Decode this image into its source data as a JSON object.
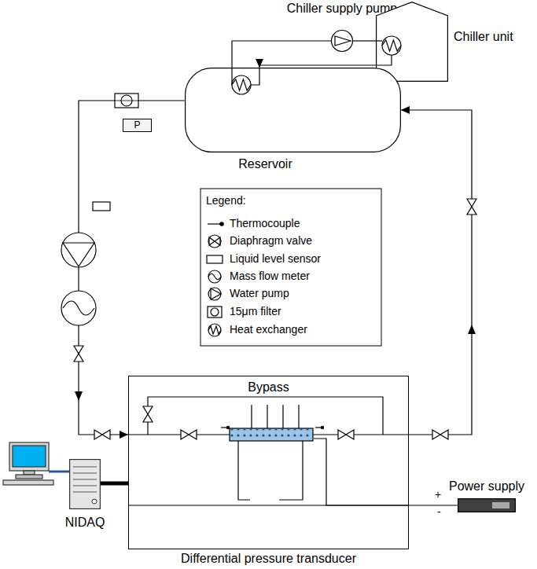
{
  "diagram": {
    "nodes": [
      {
        "text": [
          "Chiller supply pump"
        ]
      },
      {
        "text": [
          "Chiller unit"
        ]
      },
      {
        "text": [
          "Reservoir"
        ]
      },
      {
        "text": [
          "Bypass"
        ]
      },
      {
        "text": [
          "P"
        ],
        "in": 3
      },
      {
        "text": [
          "NIDAQ"
        ]
      },
      {
        "text": [
          "Power supply"
        ]
      }
    ],
    "edges": [
      {
        "from": 2,
        "to": 3,
        "arrow": "to"
      },
      {
        "from": 3,
        "to": 2,
        "arrow": "to"
      },
      {
        "from": 2,
        "to": 0,
        "arrow": "none"
      },
      {
        "from": 0,
        "to": 1,
        "arrow": "none"
      },
      {
        "from": 1,
        "to": 2,
        "arrow": "to"
      },
      {
        "from": 5,
        "to": 3,
        "arrow": "none"
      },
      {
        "from": 6,
        "to": 3,
        "arrow": "none"
      }
    ],
    "labels": [
      "Differential pressure transducer",
      "Legend:",
      "+",
      "-"
    ],
    "legend": [
      {
        "text": "Thermocouple"
      },
      {
        "text": "Diaphragm valve"
      },
      {
        "text": "Liquid level sensor"
      },
      {
        "text": "Mass flow meter"
      },
      {
        "text": "Water pump"
      },
      {
        "text": "15μm filter"
      },
      {
        "text": "Heat exchanger"
      }
    ]
  }
}
